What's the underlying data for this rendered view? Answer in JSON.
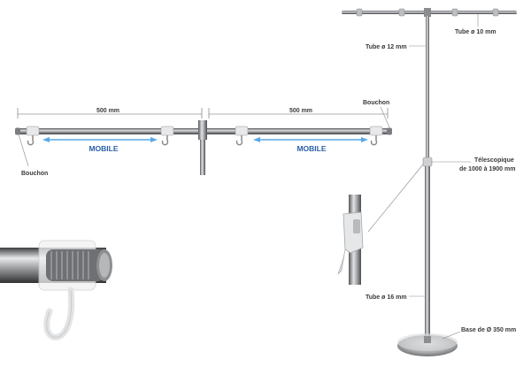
{
  "labels": {
    "dim_left": "500 mm",
    "dim_right": "500 mm",
    "bouchon_left": "Bouchon",
    "bouchon_right": "Bouchon",
    "mobile_left": "MOBILE",
    "mobile_right": "MOBILE",
    "tube_top": "Tube ø 10 mm",
    "tube_mid": "Tube ø 12 mm",
    "telescopic_line1": "Télescopique",
    "telescopic_line2": "de 1000 à 1900 mm",
    "tube_bottom": "Tube ø 16 mm",
    "base": "Base de Ø 350 mm"
  },
  "colors": {
    "label_text": "#3a3a3a",
    "mobile_text": "#2a5fa6",
    "arrow": "#5aa9e6",
    "leader": "#8a8a8a",
    "steel_dark": "#5d5f62",
    "steel_light": "#d9dadc"
  }
}
